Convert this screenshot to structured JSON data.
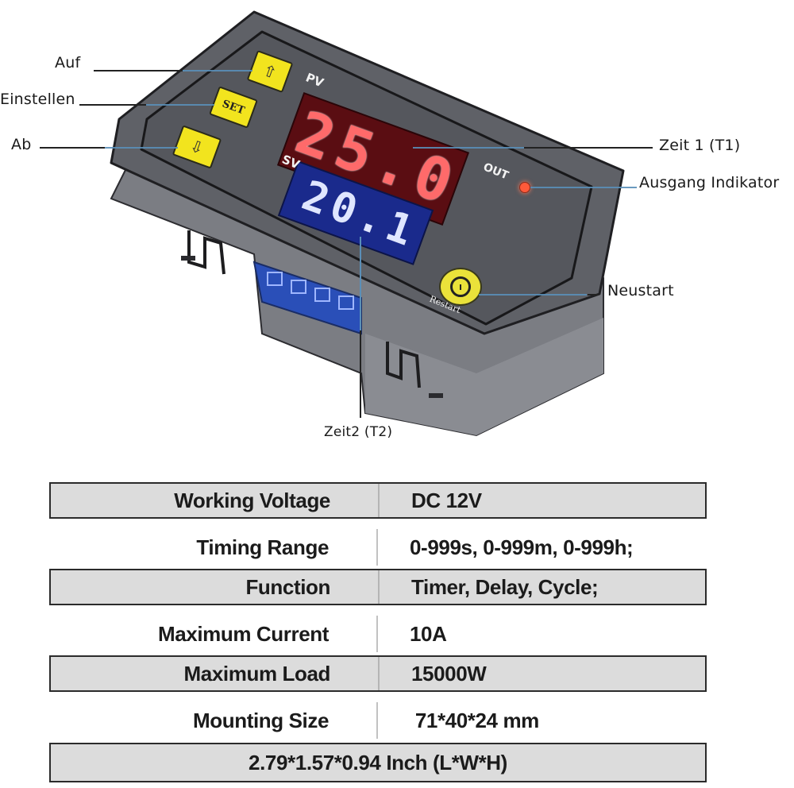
{
  "callouts": {
    "up": "Auf",
    "set": "Einstellen",
    "down": "Ab",
    "time1": "Zeit 1 (T1)",
    "output_indicator": "Ausgang Indikator",
    "restart": "Neustart",
    "time2": "Zeit2 (T2)"
  },
  "device": {
    "pv_label": "PV",
    "sv_label": "SV",
    "out_label": "OUT",
    "set_button_label": "SET",
    "restart_label": "Restart",
    "pv_display": "25.0",
    "sv_display": "20.1",
    "pv_color": "#ff5050",
    "sv_color": "#dfe6ff",
    "button_color": "#f2e41e",
    "body_color": "#6c6e74",
    "up_icon": "arrow-up-icon",
    "down_icon": "arrow-down-icon",
    "restart_icon": "power-icon"
  },
  "specs": [
    {
      "key": "Working Voltage",
      "value": "DC 12V"
    },
    {
      "key": "Timing Range",
      "value": "0-999s, 0-999m, 0-999h;"
    },
    {
      "key": "Function",
      "value": "Timer, Delay, Cycle;"
    },
    {
      "key": "Maximum Current",
      "value": "10A"
    },
    {
      "key": "Maximum Load",
      "value": "15000W"
    },
    {
      "key": "Mounting Size",
      "value": " 71*40*24 mm"
    }
  ],
  "specs_footer": "2.79*1.57*0.94 Inch (L*W*H)"
}
